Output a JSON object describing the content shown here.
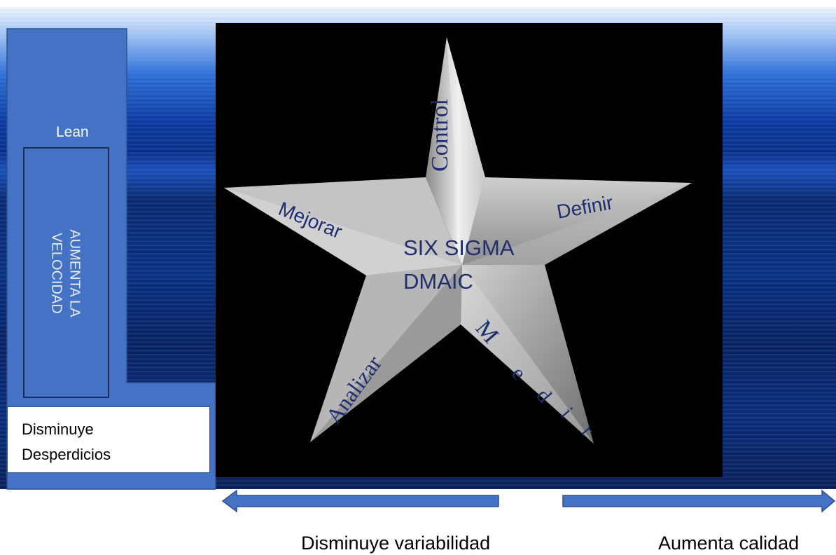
{
  "lean": {
    "label": "Lean",
    "vertical_line1": "AUMENTA LA",
    "vertical_line2": "VELOCIDAD",
    "box_line1": "Disminuye",
    "box_line2": "Desperdicios"
  },
  "star": {
    "center_line1": "SIX SIGMA",
    "center_line2": "DMAIC",
    "points": {
      "control": "Control",
      "definir": "Definir",
      "mejorar": "Mejorar",
      "analizar": "Analizar",
      "medir_letters": [
        "M",
        "e",
        "d",
        "i",
        "r"
      ]
    }
  },
  "arrows": {
    "left_caption": "Disminuye variabilidad",
    "right_caption": "Aumenta calidad"
  },
  "colors": {
    "lean_blue": "#4472c4",
    "dark_navy_text": "#1f2f6e",
    "star_background": "#000000"
  }
}
